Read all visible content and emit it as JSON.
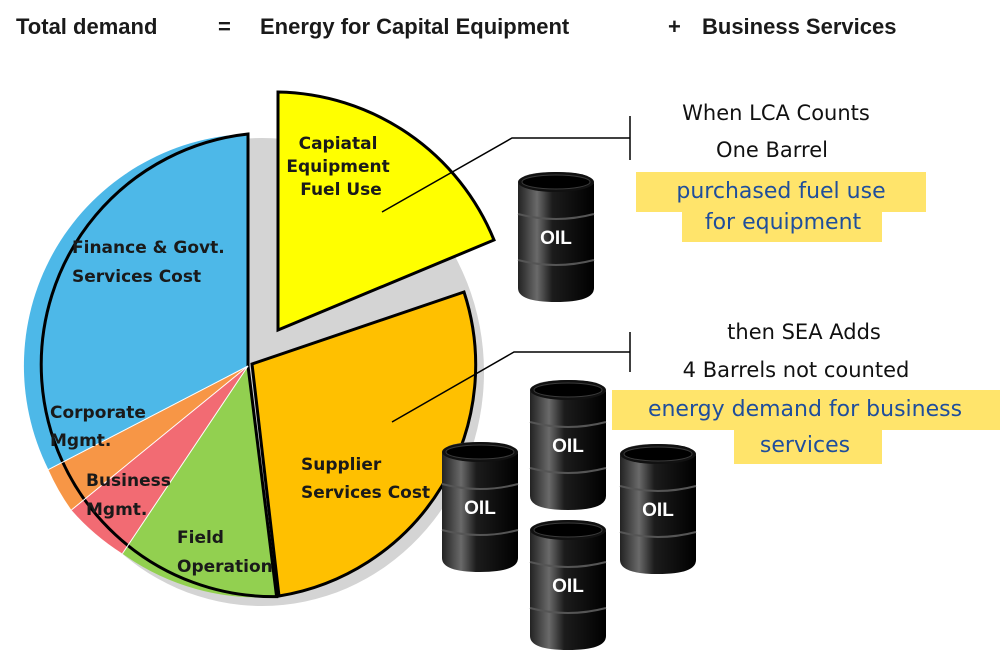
{
  "title": {
    "total_demand": "Total demand",
    "equals": "=",
    "energy": "Energy for Capital Equipment",
    "plus": "+",
    "services": "Business Services"
  },
  "pie": {
    "slices": [
      {
        "lines": [
          "Capiatal",
          "Equipment",
          "Fuel Use"
        ],
        "color": "#ffff00"
      },
      {
        "lines": [
          "Supplier",
          "Services Cost"
        ],
        "color": "#ffc000"
      },
      {
        "lines": [
          "Field",
          "Operation"
        ],
        "color": "#92d050"
      },
      {
        "lines": [
          "Business",
          "Mgmt."
        ],
        "color": "#f26b73"
      },
      {
        "lines": [
          "Corporate",
          "Mgmt."
        ],
        "color": "#f79646"
      },
      {
        "lines": [
          "Finance & Govt.",
          "Services Cost"
        ],
        "color": "#4db8e8"
      }
    ]
  },
  "callout_lca": {
    "line1": "When LCA Counts",
    "line2": "One Barrel",
    "highlight1": "purchased fuel use",
    "highlight2": "for equipment"
  },
  "callout_sea": {
    "line1": "then SEA Adds",
    "line2": "4 Barrels not counted",
    "highlight1": "energy demand for business",
    "highlight2": "services"
  },
  "barrels": {
    "label": "OIL",
    "color": "#000000",
    "highlight_color": "#ffe46b"
  }
}
